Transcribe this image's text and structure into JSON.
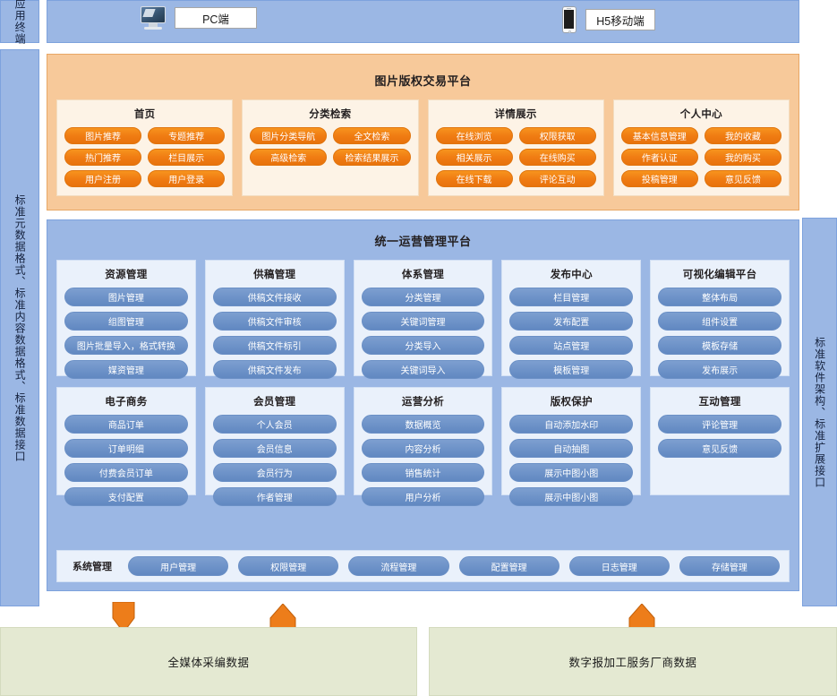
{
  "rails": {
    "app_terminal": "应用终端",
    "left_standard": "标准元数据格式、标准内容数据格式、标准数据接口",
    "right_standard": "标准软件架构、标准扩展接口"
  },
  "terminals": [
    {
      "icon": "monitor-icon",
      "label": "PC端"
    },
    {
      "icon": "phone-icon",
      "label": "H5移动端"
    }
  ],
  "trade_platform": {
    "title": "图片版权交易平台",
    "modules": [
      {
        "title": "首页",
        "items": [
          "图片推荐",
          "专题推荐",
          "热门推荐",
          "栏目展示",
          "用户注册",
          "用户登录"
        ]
      },
      {
        "title": "分类检索",
        "items": [
          "图片分类导航",
          "全文检索",
          "高级检索",
          "检索结果展示"
        ]
      },
      {
        "title": "详情展示",
        "items": [
          "在线浏览",
          "权限获取",
          "相关展示",
          "在线购买",
          "在线下载",
          "评论互动"
        ]
      },
      {
        "title": "个人中心",
        "items": [
          "基本信息管理",
          "我的收藏",
          "作者认证",
          "我的购买",
          "投稿管理",
          "意见反馈"
        ]
      }
    ]
  },
  "ops_platform": {
    "title": "统一运营管理平台",
    "row_one": [
      {
        "title": "资源管理",
        "items": [
          "图片管理",
          "组图管理",
          "图片批量导入，格式转换",
          "媒资管理"
        ]
      },
      {
        "title": "供稿管理",
        "items": [
          "供稿文件接收",
          "供稿文件审核",
          "供稿文件标引",
          "供稿文件发布"
        ]
      },
      {
        "title": "体系管理",
        "items": [
          "分类管理",
          "关键词管理",
          "分类导入",
          "关键词导入"
        ]
      },
      {
        "title": "发布中心",
        "items": [
          "栏目管理",
          "发布配置",
          "站点管理",
          "模板管理"
        ]
      },
      {
        "title": "可视化编辑平台",
        "items": [
          "整体布局",
          "组件设置",
          "模板存储",
          "发布展示"
        ]
      }
    ],
    "row_two": [
      {
        "title": "电子商务",
        "items": [
          "商品订单",
          "订单明细",
          "付费会员订单",
          "支付配置"
        ]
      },
      {
        "title": "会员管理",
        "items": [
          "个人会员",
          "会员信息",
          "会员行为",
          "作者管理"
        ]
      },
      {
        "title": "运营分析",
        "items": [
          "数据概览",
          "内容分析",
          "销售统计",
          "用户分析"
        ]
      },
      {
        "title": "版权保护",
        "items": [
          "自动添加水印",
          "自动抽图",
          "展示中图小图",
          "展示中图小图"
        ]
      },
      {
        "title": "互动管理",
        "items": [
          "评论管理",
          "意见反馈"
        ]
      }
    ],
    "system_management": {
      "label": "系统管理",
      "items": [
        "用户管理",
        "权限管理",
        "流程管理",
        "配置管理",
        "日志管理",
        "存储管理"
      ]
    }
  },
  "data_sources": [
    {
      "label": "全媒体采编数据"
    },
    {
      "label": "数字报加工服务厂商数据"
    }
  ],
  "colors": {
    "rail_blue": "#9bb7e4",
    "trade_orange": "#f7c99a",
    "pill_orange": "#f07c13",
    "ops_blue": "#9bb7e4",
    "pill_blue": "#6d92c8",
    "module_light": "#eaf1fb",
    "data_green": "#e4e9d2",
    "arrow_orange": "#ed7d1a"
  }
}
